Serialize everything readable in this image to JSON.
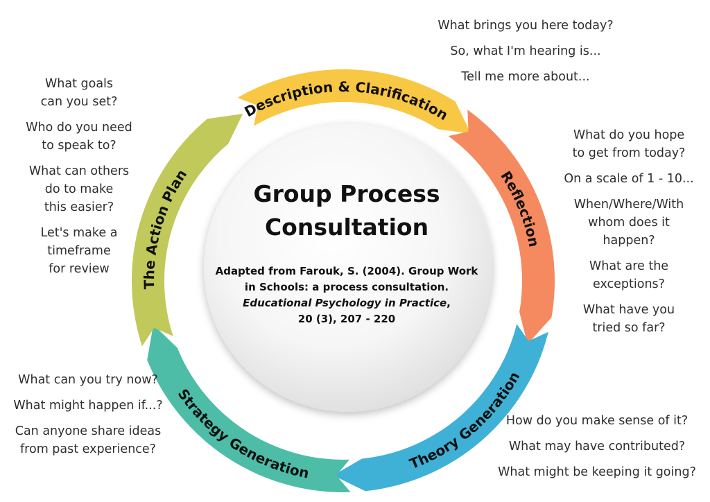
{
  "title": "Group Process\nConsultation",
  "reference": {
    "line1": "Adapted from Farouk, S. (2004). Group Work",
    "line2": "in Schools: a process consultation.",
    "journal": "Educational Psychology in Practice",
    "journal_suffix": ",",
    "line4": "20 (3), 207 - 220"
  },
  "stages": [
    {
      "label": "Description & Clarification",
      "color": "#f8c744"
    },
    {
      "label": "Reflection",
      "color": "#f58a60"
    },
    {
      "label": "Theory Generation",
      "color": "#3fb0d6"
    },
    {
      "label": "Strategy Generation",
      "color": "#4dbda8"
    },
    {
      "label": "The Action Plan",
      "color": "#c0c95a"
    }
  ],
  "questions": {
    "description": [
      "What brings you here today?",
      "So, what I'm hearing is...",
      "Tell me more about..."
    ],
    "reflection": [
      "What do you hope\nto get from today?",
      "On a scale of 1 - 10...",
      "When/Where/With\nwhom does it\nhappen?",
      "What are the\nexceptions?",
      "What have you\ntried so far?"
    ],
    "theory": [
      "How do you make sense of it?",
      "What may have contributed?",
      "What might be keeping it going?"
    ],
    "strategy": [
      "What can you try now?",
      "What might happen if...?",
      "Can anyone share ideas\nfrom past experience?"
    ],
    "action_plan": [
      "What goals\ncan you set?",
      "Who do you need\nto speak to?",
      "What can others\ndo to make\nthis easier?",
      "Let's make a\ntimeframe\nfor review"
    ]
  }
}
